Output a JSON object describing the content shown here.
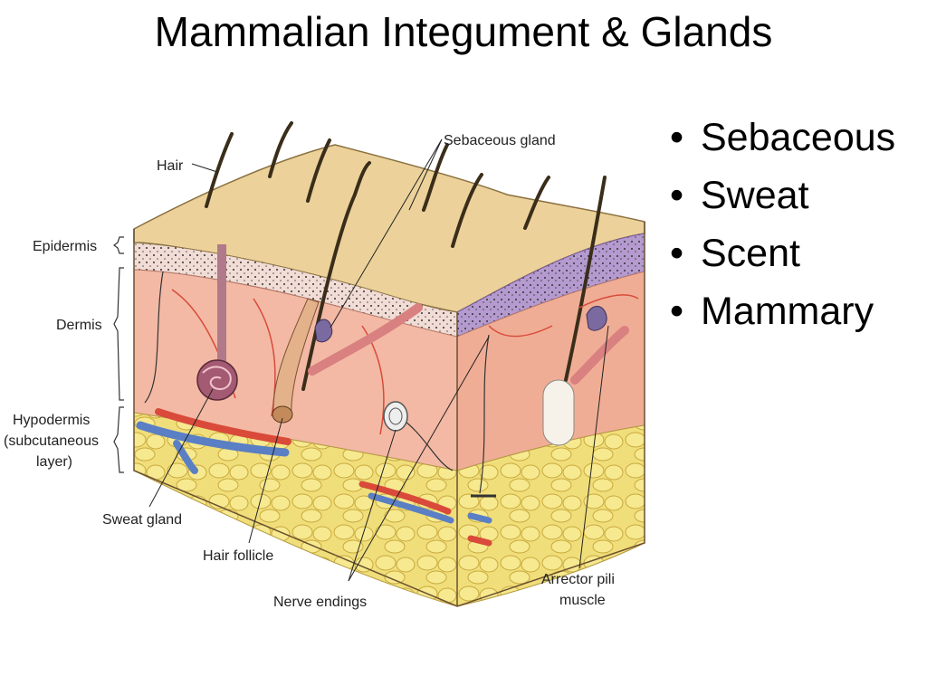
{
  "slide": {
    "title": "Mammalian Integument & Glands",
    "bullets": [
      "Sebaceous",
      "Sweat",
      "Scent",
      "Mammary"
    ]
  },
  "diagram": {
    "labels": {
      "hair": "Hair",
      "epidermis": "Epidermis",
      "dermis": "Dermis",
      "hypodermis_1": "Hypodermis",
      "hypodermis_2": "(subcutaneous",
      "hypodermis_3": "layer)",
      "sebaceous_gland": "Sebaceous gland",
      "sweat_gland": "Sweat gland",
      "hair_follicle": "Hair follicle",
      "nerve_endings": "Nerve endings",
      "arrector_1": "Arrector pili",
      "arrector_2": "muscle"
    },
    "colors": {
      "surface": "#ecd29a",
      "epidermis": "#f2dcd6",
      "dermis": "#f3b9a4",
      "fat": "#f0de7a",
      "artery": "#d94a3a",
      "vein": "#5a7fc4",
      "purple_layer": "#b59ad0"
    }
  }
}
